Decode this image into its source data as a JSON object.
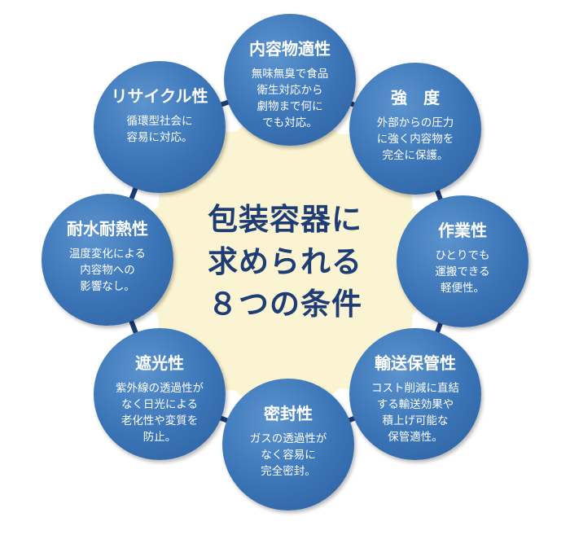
{
  "center": {
    "lines": [
      "包装容器に",
      "求められる",
      "８つの条件"
    ]
  },
  "conditions": [
    {
      "title": "内容物適性",
      "desc": "無味無臭で食品\n衛生対応から\n劇物まで何に\nでも対応。"
    },
    {
      "title": "強　度",
      "desc": "外部からの圧力\nに強く内容物を\n完全に保護。"
    },
    {
      "title": "作業性",
      "desc": "ひとりでも\n運搬できる\n軽便性。"
    },
    {
      "title": "輸送保管性",
      "desc": "コスト削減に直結\nする輸送効果や\n積上げ可能な\n保管適性。"
    },
    {
      "title": "密封性",
      "desc": "ガスの透過性が\nなく容易に\n完全密封。"
    },
    {
      "title": "遮光性",
      "desc": "紫外線の透過性が\nなく日光による\n老化性や変質を\n防止。"
    },
    {
      "title": "耐水耐熱性",
      "desc": "温度変化による\n内容物への\n影響なし。"
    },
    {
      "title": "リサイクル性",
      "desc": "循環型社会に\n容易に対応。"
    }
  ],
  "colors": {
    "circle": "#3a74b6",
    "star_fill": "#fbf4d2",
    "center_text": "#1e3d74",
    "connector": "#1e3d74"
  }
}
